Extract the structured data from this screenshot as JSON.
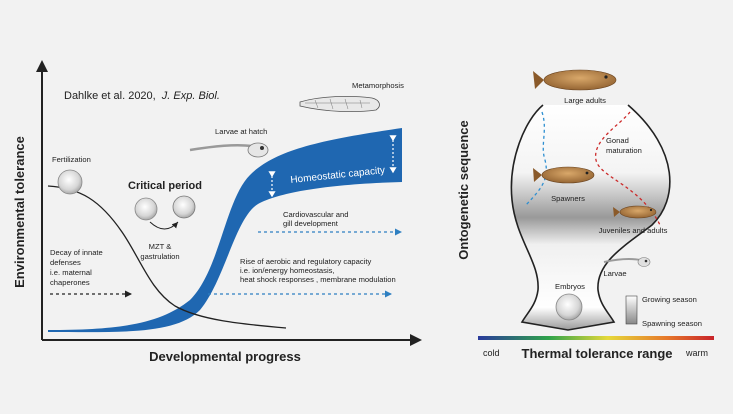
{
  "left_panel": {
    "citation_prefix": "Dahlke et al. 2020,",
    "citation_journal": "J. Exp. Biol.",
    "y_axis_label": "Environmental tolerance",
    "x_axis_label": "Developmental progress",
    "labels": {
      "fertilization": "Fertilization",
      "critical_period": "Critical period",
      "mzt_line1": "MZT &",
      "mzt_line2": "gastrulation",
      "larvae_at_hatch": "Larvae at hatch",
      "metamorphosis": "Metamorphosis",
      "homeostatic_capacity": "Homeostatic capacity",
      "cardio_line1": "Cardiovascular and",
      "cardio_line2": "gill development",
      "decay_lines": [
        "Decay of innate",
        "defenses",
        "i.e. maternal",
        "chaperones"
      ],
      "rise_lines": [
        "Rise of aerobic and regulatory capacity",
        "i.e. ion/energy homeostasis,",
        "heat shock responses , membrane modulation"
      ]
    }
  },
  "right_panel": {
    "y_axis_label": "Ontogenetic sequence",
    "x_axis_label": "Thermal tolerance range",
    "cold_label": "cold",
    "warm_label": "warm",
    "labels": {
      "large_adults": "Large adults",
      "gonad_line1": "Gonad",
      "gonad_line2": "maturation",
      "spawners": "Spawners",
      "juveniles": "Juveniles and adults",
      "larvae": "Larvae",
      "embryos": "Embryos",
      "growing_season": "Growing season",
      "spawning_season": "Spawning season"
    }
  },
  "colors": {
    "blue_band": "#1f67b1",
    "dashed_blue": "#2e7fc1",
    "dashed_red": "#cc2a2a",
    "background": "#f2f2f2"
  }
}
